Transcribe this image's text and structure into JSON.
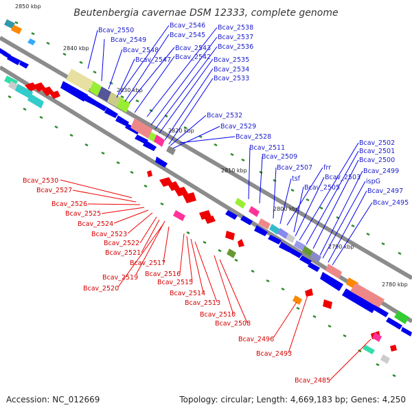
{
  "title": "Beutenbergia cavernae DSM 12333, complete genome",
  "footer": {
    "accession": "Accession: NC_012669",
    "summary": "Topology: circular; Length: 4,669,183 bp; Genes: 4,250"
  },
  "ticks": [
    "2850 kbp",
    "2840 kbp",
    "2830 kbp",
    "2820 kbp",
    "2810 kbp",
    "2800 kbp",
    "2790 kbp",
    "2780 kbp"
  ],
  "forward_labels": [
    "Bcav_2550",
    "Bcav_2549",
    "Bcav_2548",
    "Bcav_2547",
    "Bcav_2546",
    "Bcav_2545",
    "Bcav_2543",
    "Bcav_2542",
    "Bcav_2538",
    "Bcav_2537",
    "Bcav_2536",
    "Bcav_2535",
    "Bcav_2534",
    "Bcav_2533",
    "Bcav_2532",
    "Bcav_2529",
    "Bcav_2528",
    "Bcav_2511",
    "Bcav_2509",
    "Bcav_2507",
    "tsf",
    "frr",
    "Bcav_2505",
    "Bcav_2503",
    "Bcav_2502",
    "Bcav_2501",
    "Bcav_2500",
    "Bcav_2499",
    "ispG",
    "Bcav_2497",
    "Bcav_2495"
  ],
  "reverse_labels": [
    "Bcav_2530",
    "Bcav_2527",
    "Bcav_2526",
    "Bcav_2525",
    "Bcav_2524",
    "Bcav_2523",
    "Bcav_2522",
    "Bcav_2521",
    "Bcav_2517",
    "Bcav_2519",
    "Bcav_2516",
    "Bcav_2520",
    "Bcav_2515",
    "Bcav_2514",
    "Bcav_2513",
    "Bcav_2510",
    "Bcav_2508",
    "Bcav_2496",
    "Bcav_2493",
    "Bcav_2485"
  ],
  "colors": {
    "forward": "#0000ee",
    "reverse": "#ee0000",
    "backbone": "#8c8c8c",
    "tick": "#2a8c2a"
  }
}
